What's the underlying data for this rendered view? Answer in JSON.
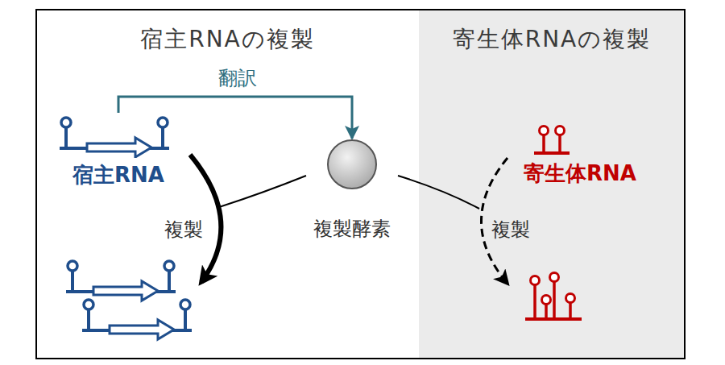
{
  "diagram": {
    "nodes": [
      {
        "text": [
          "宿主RNAの複製"
        ]
      },
      {
        "text": [
          "寄生体RNAの複製"
        ]
      },
      {
        "text": [
          "宿主RNA"
        ],
        "in": 0
      },
      {
        "text": [
          "複製酵素"
        ],
        "in": 0
      },
      {
        "text": [
          "寄生体RNA"
        ],
        "in": 1
      }
    ],
    "edges": [
      {
        "from": 2,
        "to": 3,
        "label": "翻訳",
        "arrow": "to"
      }
    ],
    "labels": [
      "複製",
      "複製"
    ]
  }
}
